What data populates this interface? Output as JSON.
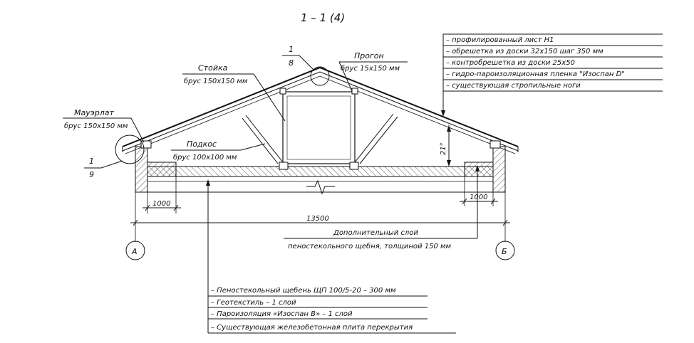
{
  "title": "1 – 1 (4)",
  "node_top": {
    "num": "1",
    "den": "8"
  },
  "node_left": {
    "num": "1",
    "den": "9"
  },
  "stoika": {
    "name": "Стойка",
    "spec": "брус 150х150 мм"
  },
  "progon": {
    "name": "Прогон",
    "spec": "брус 15х150 мм"
  },
  "mauerlat": {
    "name": "Мауэрлат",
    "spec": "брус 150х150 мм"
  },
  "podkos": {
    "name": "Подкос",
    "spec": "брус 100х100 мм"
  },
  "roof_layers": [
    "– профилированный лист Н1",
    "– обрешетка из доски 32х150 шаг 350 мм",
    "– контробрешетка из доски 25х50",
    "– гидро-пароизоляционная пленка \"Изоспан D\"",
    "– существующая стропильные ноги"
  ],
  "angle": "21°",
  "dim_left": "1000",
  "dim_right": "1000",
  "dim_total": "13500",
  "extra_layer": [
    "Дополнительный слой",
    "пеностекольного щебня, толщиной 150 мм"
  ],
  "axis_a": "А",
  "axis_b": "Б",
  "floor_layers": [
    "– Пеностекольный щебень ЩП 100/5-20 – 300 мм",
    "– Геотекстиль – 1 слой",
    "– Пароизоляция «Изоспан В» – 1 слой",
    "– Существующая железобетонная плита перекрытия"
  ]
}
